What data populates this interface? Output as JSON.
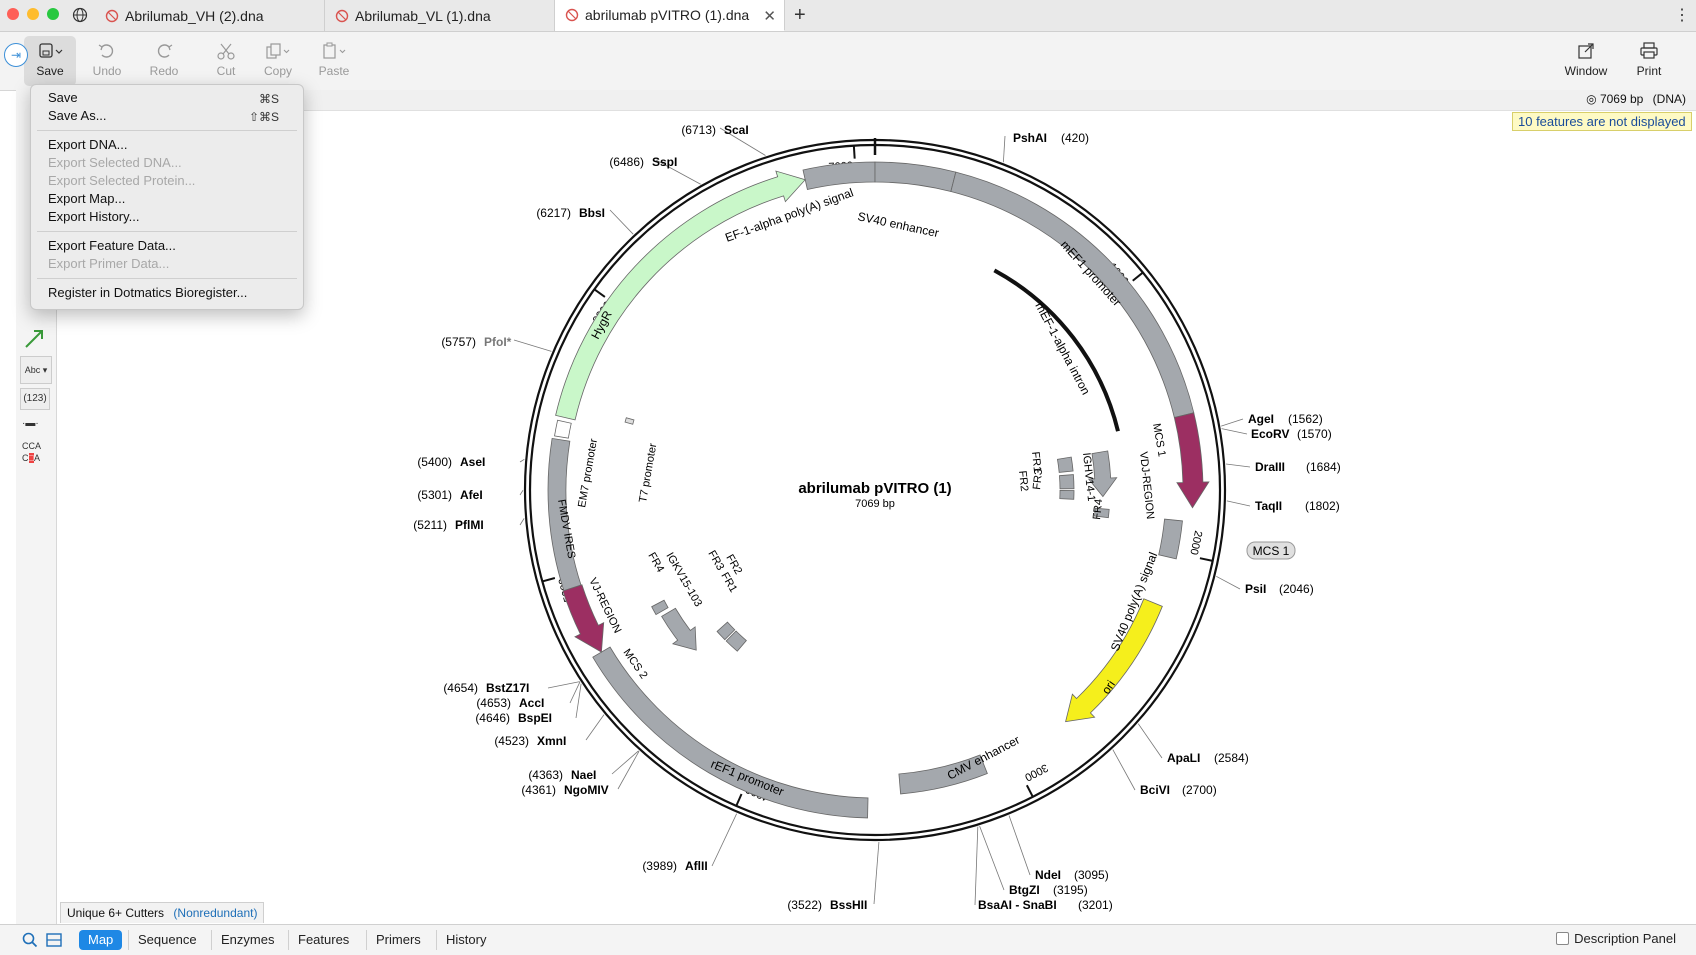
{
  "tabs": [
    {
      "label": "Abrilumab_VH (2).dna"
    },
    {
      "label": "Abrilumab_VL (1).dna"
    },
    {
      "label": "abrilumab pVITRO (1).dna"
    }
  ],
  "toolbar": {
    "save": "Save",
    "undo": "Undo",
    "redo": "Redo",
    "cut": "Cut",
    "copy": "Copy",
    "paste": "Paste",
    "window": "Window",
    "print": "Print"
  },
  "info": {
    "bp": "7069 bp",
    "mol": "(DNA)",
    "not_displayed": "10 features are not displayed"
  },
  "menu": {
    "save": "Save",
    "save_sc": "⌘S",
    "save_as": "Save As...",
    "save_as_sc": "⇧⌘S",
    "export_dna": "Export DNA...",
    "export_sel_dna": "Export Selected DNA...",
    "export_sel_protein": "Export Selected Protein...",
    "export_map": "Export Map...",
    "export_history": "Export History...",
    "export_feature": "Export Feature Data...",
    "export_primer": "Export Primer Data...",
    "register": "Register in Dotmatics Bioregister..."
  },
  "map": {
    "name": "abrilumab pVITRO (1)",
    "size": "7069 bp",
    "ticks": [
      "1000",
      "2000",
      "3000",
      "4000",
      "5000",
      "6000",
      "7000"
    ],
    "features": {
      "ef1": "EF-1-alpha poly(A) signal",
      "sv40enh": "SV40 enhancer",
      "mef1": "mEF1 promoter",
      "mef1intron": "mEF-1-alpha intron",
      "mcs1": "MCS 1",
      "vdj": "VDJ-REGION",
      "sv40pa": "SV40 poly(A) signal",
      "ori": "ori",
      "cmv": "CMV enhancer",
      "ref1": "rEF1 promoter",
      "mcs2": "MCS 2",
      "vj": "VJ-REGION",
      "fmdv": "FMDV IRES",
      "em7": "EM7 promoter",
      "t7": "T7 promoter",
      "hygr": "HygR",
      "fr1a": "FR1",
      "fr2a": "FR2",
      "fr3a": "FR3",
      "ighv": "IGHV14-1",
      "fr4a": "FR4",
      "fr4b": "FR4",
      "igkv": "IGKV15-103",
      "fr3b": "FR3",
      "fr2b": "FR2",
      "fr1b": "FR1"
    },
    "sites": [
      {
        "pos": "(6713)",
        "name": "ScaI"
      },
      {
        "pos": "(420)",
        "name": "PshAI"
      },
      {
        "pos": "(6486)",
        "name": "SspI"
      },
      {
        "pos": "(6217)",
        "name": "BbsI"
      },
      {
        "pos": "(5757)",
        "name": "PfoI*"
      },
      {
        "pos": "(1562)",
        "name": "AgeI"
      },
      {
        "pos": "(1570)",
        "name": "EcoRV"
      },
      {
        "pos": "(1684)",
        "name": "DraIII"
      },
      {
        "pos": "(1802)",
        "name": "TaqII"
      },
      {
        "pos": "",
        "name": "MCS 1"
      },
      {
        "pos": "(2046)",
        "name": "PsiI"
      },
      {
        "pos": "(5400)",
        "name": "AseI"
      },
      {
        "pos": "(5301)",
        "name": "AfeI"
      },
      {
        "pos": "(5211)",
        "name": "PflMI"
      },
      {
        "pos": "(4654)",
        "name": "BstZ17I"
      },
      {
        "pos": "(4653)",
        "name": "AccI"
      },
      {
        "pos": "(4646)",
        "name": "BspEI"
      },
      {
        "pos": "(4523)",
        "name": "XmnI"
      },
      {
        "pos": "(4363)",
        "name": "NaeI"
      },
      {
        "pos": "(4361)",
        "name": "NgoMIV"
      },
      {
        "pos": "(2584)",
        "name": "ApaLI"
      },
      {
        "pos": "(2700)",
        "name": "BciVI"
      },
      {
        "pos": "(3095)",
        "name": "NdeI"
      },
      {
        "pos": "(3195)",
        "name": "BtgZI"
      },
      {
        "pos": "(3201)",
        "name": "BsaAI - SnaBI"
      },
      {
        "pos": "(3989)",
        "name": "AflII"
      },
      {
        "pos": "(3522)",
        "name": "BssHII"
      }
    ]
  },
  "bottom": {
    "unique": "Unique 6+ Cutters",
    "nonredundant": "(Nonredundant)",
    "tabs": [
      "Map",
      "Sequence",
      "Enzymes",
      "Features",
      "Primers",
      "History"
    ],
    "desc_panel": "Description Panel"
  },
  "colors": {
    "accent": "#1e88e5",
    "feature_gray": "#a4a8ad",
    "vregion": "#9c2f62",
    "ori": "#f5ef1c",
    "hygr": "#c9f7c9"
  }
}
